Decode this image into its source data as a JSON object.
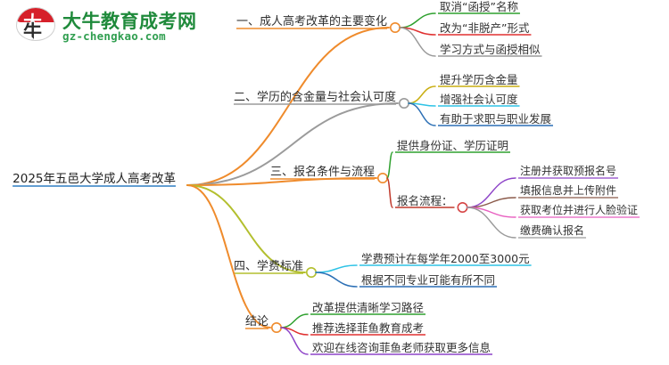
{
  "logo": {
    "glyph_top": "大",
    "glyph_bottom": "牛",
    "brand": "大牛教育成考网",
    "url": "gz-chengkao.com",
    "brand_color": "#1f8a3b",
    "mark_color": "#d6202a"
  },
  "mindmap": {
    "root": {
      "label": "2025年五邑大学成人高考改革",
      "node_color": "#2e7ec4"
    },
    "branches": [
      {
        "label": "一、成人高考改革的主要变化",
        "line_color": "#ef8b2c",
        "node_color": "#ef8b2c",
        "children": [
          {
            "label": "取消“函授”名称",
            "line_color": "#2ea02e"
          },
          {
            "label": "改为“非脱产”形式",
            "line_color": "#e03131"
          },
          {
            "label": "学习方式与函授相似",
            "line_color": "#9a9a9a"
          }
        ]
      },
      {
        "label": "二、学历的含金量与社会认可度",
        "line_color": "#9b9b9b",
        "node_color": "#9b9b9b",
        "children": [
          {
            "label": "提升学历含金量",
            "line_color": "#c9ae11"
          },
          {
            "label": "增强社会认可度",
            "line_color": "#2ec3e6"
          },
          {
            "label": "有助于求职与职业发展",
            "line_color": "#2b6fb5"
          }
        ]
      },
      {
        "label": "三、报名条件与流程",
        "line_color": "#ef8b2c",
        "node_color": "#ef8b2c",
        "children": [
          {
            "label": "提供身份证、学历证明",
            "line_color": "#2ea02e"
          },
          {
            "label": "报名流程：",
            "line_color": "#c0392b",
            "node_color": "#d64545",
            "children": [
              {
                "label": "注册并获取预报名号",
                "line_color": "#8e44c8"
              },
              {
                "label": "填报信息并上传附件",
                "line_color": "#8b5a4a"
              },
              {
                "label": "获取考位并进行人脸验证",
                "line_color": "#e85fc0"
              },
              {
                "label": "缴费确认报名",
                "line_color": "#9a9a9a"
              }
            ]
          }
        ]
      },
      {
        "label": "四、学费标准",
        "line_color": "#b3bf2e",
        "node_color": "#b3bf2e",
        "children": [
          {
            "label": "学费预计在每学年2000至3000元",
            "line_color": "#2ec3e6"
          },
          {
            "label": "根据不同专业可能有所不同",
            "line_color": "#2b6fb5"
          }
        ]
      },
      {
        "label": "结论",
        "line_color": "#ef8b2c",
        "node_color": "#ef8b2c",
        "children": [
          {
            "label": "改革提供清晰学习路径",
            "line_color": "#2ea02e"
          },
          {
            "label": "推荐选择菲鱼教育成考",
            "line_color": "#e03131"
          },
          {
            "label": "欢迎在线咨询菲鱼老师获取更多信息",
            "line_color": "#8e44c8"
          }
        ]
      }
    ]
  }
}
